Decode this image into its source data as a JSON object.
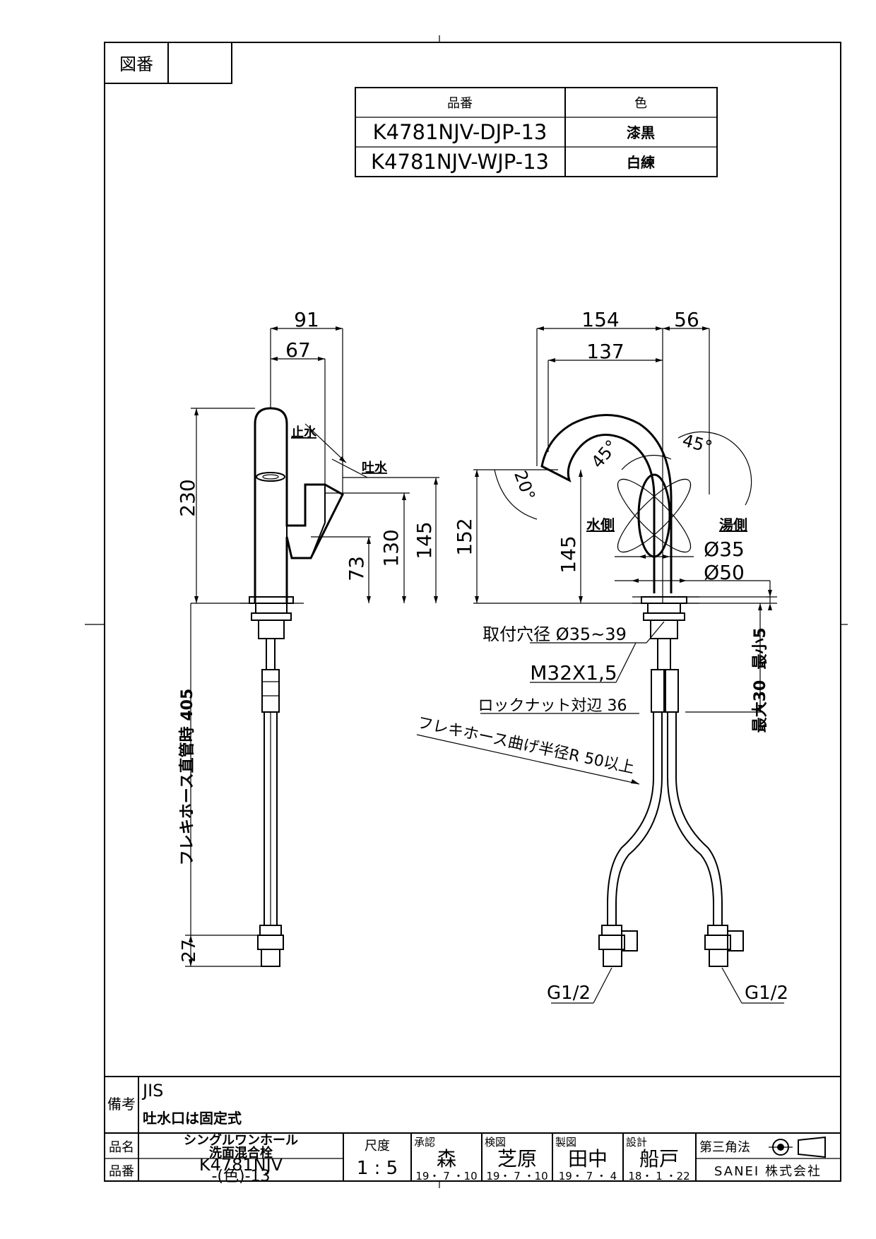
{
  "header": {
    "drawing_no_label": "図番",
    "drawing_no_value": ""
  },
  "product_table": {
    "col_headers": [
      "品番",
      "色"
    ],
    "rows": [
      [
        "K4781NJV-DJP-13",
        "漆黒"
      ],
      [
        "K4781NJV-WJP-13",
        "白練"
      ]
    ]
  },
  "left_view": {
    "dims": [
      "91",
      "67",
      "230",
      "130",
      "73",
      "145",
      "27"
    ],
    "labels": {
      "stop": "止水",
      "discharge": "吐水",
      "hose": "フレキホース直管時 405"
    }
  },
  "right_view": {
    "dims": [
      "154",
      "56",
      "137",
      "152",
      "145",
      "20°",
      "45°",
      "45°"
    ],
    "labels": {
      "water_side": "水側",
      "hot_side": "湯側",
      "dia_35": "Ø35",
      "dia_50": "Ø50",
      "mount_hole": "取付穴径 Ø35~39",
      "thread": "M32X1,5",
      "locknut": "ロックナット対辺 36",
      "max_thickness": "最大30",
      "min_thickness": "最小5",
      "hose_bend": "フレキホース曲げ半径R 50以上",
      "g_left": "G1/2",
      "g_right": "G1/2"
    }
  },
  "notes": {
    "label": "備考",
    "line1": "JIS",
    "line2": "吐水口は固定式"
  },
  "title_block": {
    "name_label": "品名",
    "name_line1": "シングルワンホール",
    "name_line2": "洗面混合栓",
    "number_label": "品番",
    "number_line1": "K4781NJV",
    "number_line2": "-(色)-13",
    "scale_label": "尺度",
    "scale_value": "1 : 5",
    "approve_label": "承認",
    "approve_name": "森",
    "approve_date": "19・ 7 ・10",
    "check_label": "検図",
    "check_name": "芝原",
    "check_date": "19・ 7 ・10",
    "draw_label": "製図",
    "draw_name": "田中",
    "draw_date": "19・ 7 ・ 4",
    "design_label": "設計",
    "design_name": "船戸",
    "design_date": "18・ 1 ・22",
    "projection_label": "第三角法",
    "company": "SANEI 株式会社"
  }
}
